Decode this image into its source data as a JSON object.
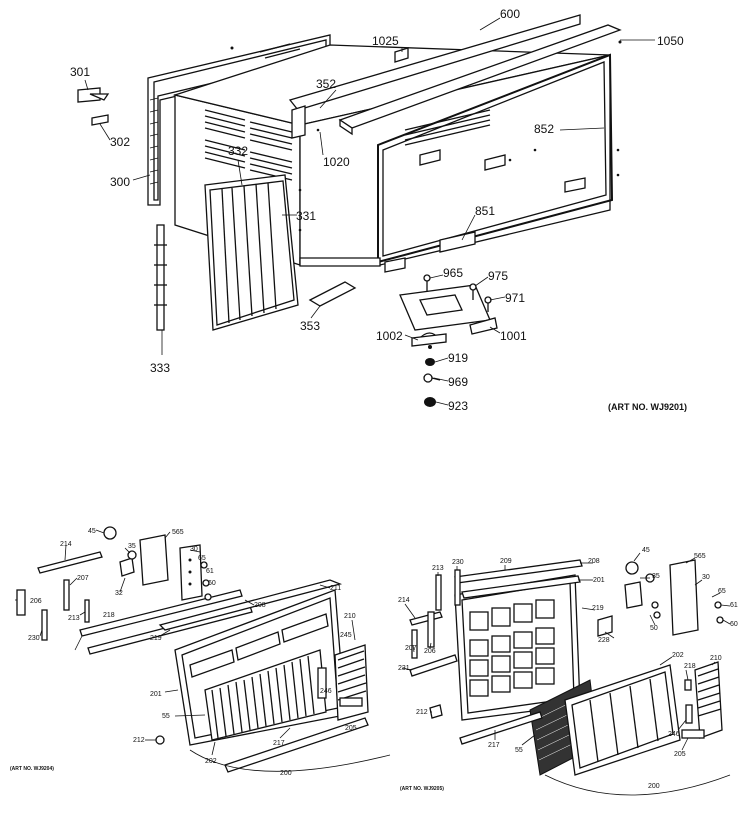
{
  "diagram": {
    "top": {
      "art_label": "(ART NO. WJ9201)",
      "labels": [
        "600",
        "1050",
        "1025",
        "301",
        "302",
        "300",
        "352",
        "852",
        "1020",
        "332",
        "331",
        "851",
        "333",
        "353",
        "965",
        "975",
        "971",
        "1002",
        "1001",
        "919",
        "969",
        "923"
      ]
    },
    "bottom_left": {
      "art_label": "(ART NO. WJ9204)",
      "labels": [
        "45",
        "565",
        "214",
        "35",
        "30",
        "65",
        "207",
        "206",
        "32",
        "61",
        "60",
        "230",
        "213",
        "218",
        "208",
        "211",
        "219",
        "210",
        "245",
        "201",
        "246",
        "55",
        "212",
        "202",
        "217",
        "205",
        "200"
      ]
    },
    "bottom_right": {
      "art_label": "(ART NO. WJ9205)",
      "labels": [
        "213",
        "230",
        "209",
        "208",
        "45",
        "565",
        "201",
        "35",
        "214",
        "219",
        "30",
        "65",
        "61",
        "60",
        "207",
        "206",
        "228",
        "50",
        "231",
        "202",
        "218",
        "210",
        "212",
        "217",
        "55",
        "246",
        "205",
        "200"
      ]
    }
  }
}
